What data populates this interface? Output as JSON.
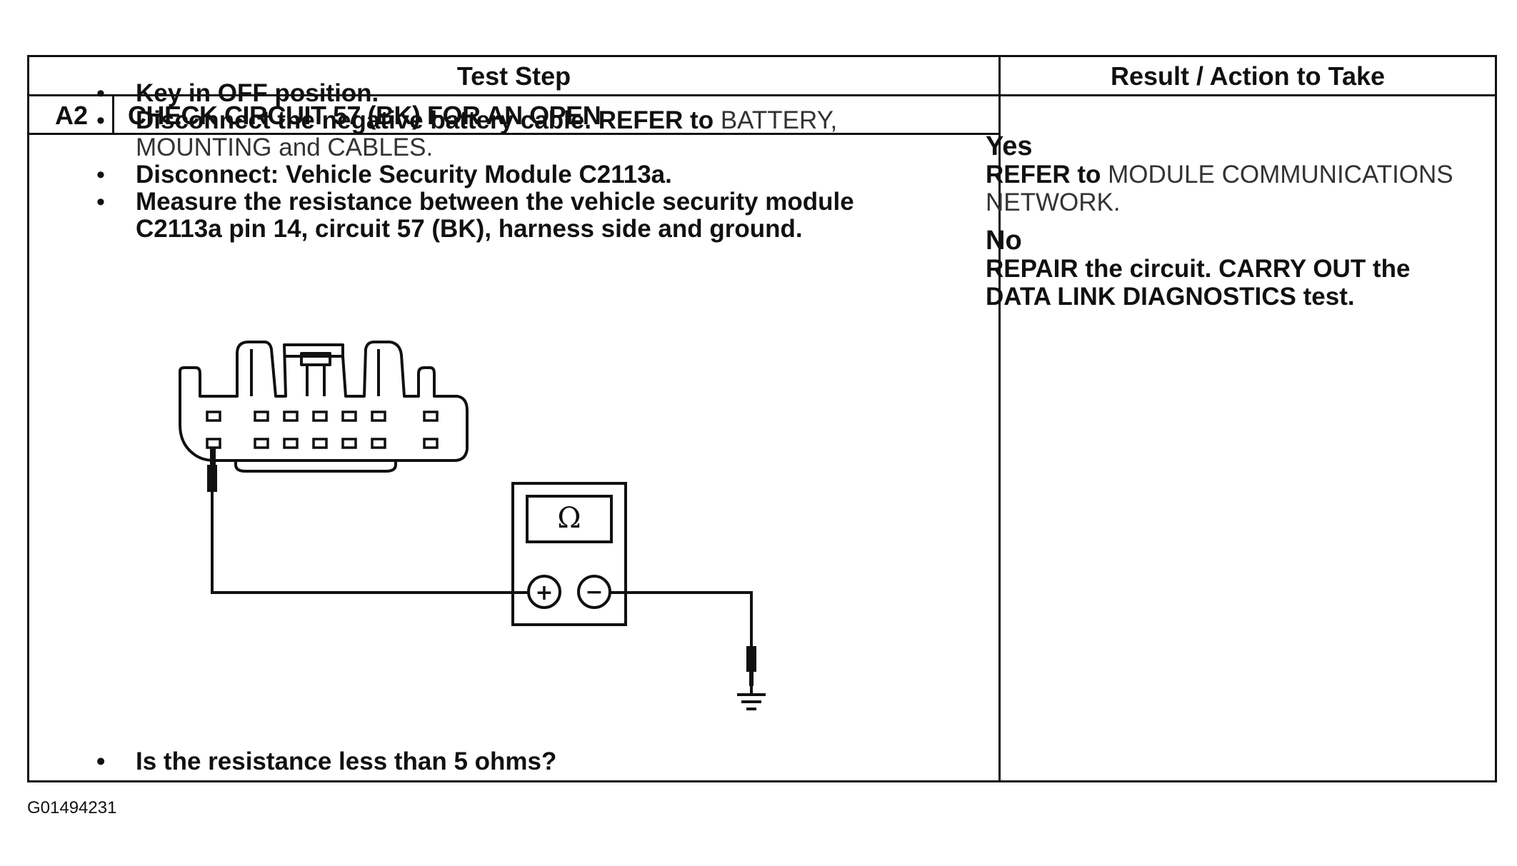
{
  "table": {
    "header_step": "Test Step",
    "header_result": "Result / Action to Take",
    "step_id": "A2",
    "step_title": "CHECK CIRCUIT 57 (BK) FOR AN OPEN",
    "steps": [
      {
        "bold": "Key in OFF position.",
        "light": ""
      },
      {
        "bold": "Disconnect the negative battery cable. REFER to",
        "light": "BATTERY, MOUNTING and CABLES."
      },
      {
        "bold": "Disconnect: Vehicle Security Module C2113a.",
        "light": ""
      },
      {
        "bold": "Measure the resistance between the vehicle security module C2113a pin 14, circuit 57 (BK), harness side and ground.",
        "light": ""
      }
    ],
    "question": "Is the resistance less than 5 ohms?",
    "results": [
      {
        "head": "Yes",
        "bold": "REFER to",
        "light": "MODULE COMMUNICATIONS NETWORK."
      },
      {
        "head": "No",
        "bold": "REPAIR the circuit. CARRY OUT the DATA LINK DIAGNOSTICS test.",
        "light": ""
      }
    ]
  },
  "meter": {
    "symbol": "Ω",
    "plus": "+",
    "minus": "−"
  },
  "figure_id": "G01494231"
}
